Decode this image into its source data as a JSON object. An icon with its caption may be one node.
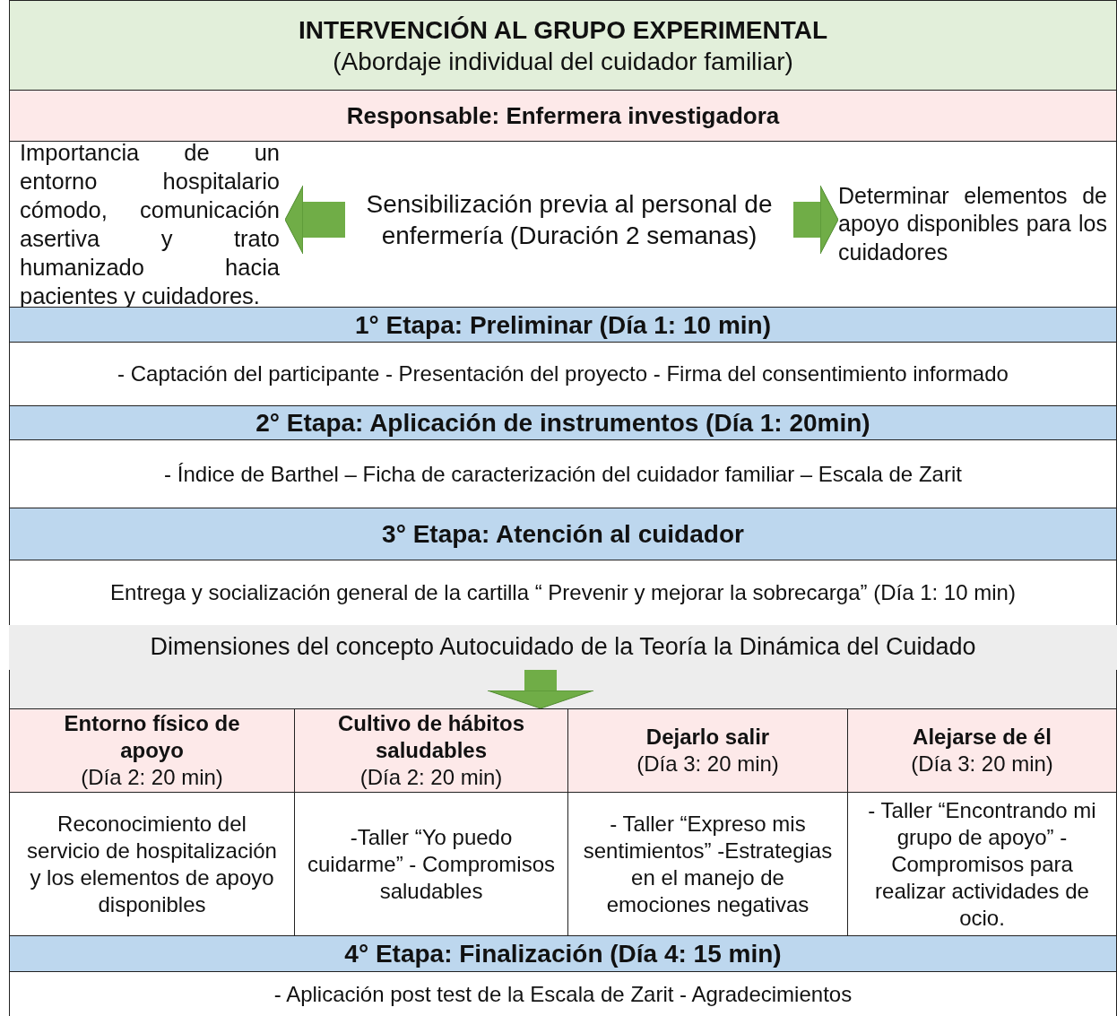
{
  "diagram": {
    "nodes": [
      {
        "text": [
          "INTERVENCIÓN AL GRUPO EXPERIMENTAL",
          "(Abordaje individual del cuidador familiar)"
        ]
      },
      {
        "text": [
          "Responsable: Enfermera investigadora"
        ]
      },
      {
        "text": [
          "Importancia de un entorno hospitalario cómodo, comunicación asertiva y trato humanizado hacia pacientes y cuidadores."
        ]
      },
      {
        "text": [
          "Sensibilización previa al personal de enfermería (Duración 2 semanas)"
        ]
      },
      {
        "text": [
          "Determinar elementos de apoyo disponibles para los cuidadores"
        ]
      },
      {
        "text": [
          "1° Etapa: Preliminar (Día 1: 10 min)"
        ]
      },
      {
        "text": [
          "- Captación del participante - Presentación del proyecto - Firma del consentimiento informado"
        ]
      },
      {
        "text": [
          "2° Etapa: Aplicación de instrumentos (Día 1: 20min)"
        ]
      },
      {
        "text": [
          "- Índice de Barthel – Ficha de caracterización del cuidador familiar – Escala de Zarit"
        ]
      },
      {
        "text": [
          "3° Etapa: Atención al cuidador"
        ]
      },
      {
        "text": [
          "Entrega y socialización general de la cartilla “ Prevenir y mejorar la sobrecarga” (Día 1: 10 min)"
        ]
      },
      {
        "text": [
          "Dimensiones del concepto Autocuidado de la Teoría la Dinámica del Cuidado"
        ]
      },
      {
        "text": [
          "Entorno físico de apoyo",
          "(Día 2: 20 min)"
        ]
      },
      {
        "text": [
          "Cultivo de hábitos saludables",
          "(Día 2: 20 min)"
        ]
      },
      {
        "text": [
          "Dejarlo salir",
          "(Día 3: 20 min)"
        ]
      },
      {
        "text": [
          "Alejarse de él",
          "(Día 3: 20 min)"
        ]
      },
      {
        "text": [
          "Reconocimiento del servicio de hospitalización y los elementos de apoyo disponibles"
        ]
      },
      {
        "text": [
          "-Taller “Yo puedo cuidarme” - Compromisos saludables"
        ]
      },
      {
        "text": [
          "- Taller “Expreso mis sentimientos” -Estrategias en el manejo de emociones negativas"
        ]
      },
      {
        "text": [
          "- Taller “Encontrando mi grupo de apoyo” - Compromisos para realizar actividades de ocio."
        ]
      },
      {
        "text": [
          "4° Etapa: Finalización (Día 4: 15 min)"
        ]
      },
      {
        "text": [
          "- Aplicación post test de la Escala de Zarit - Agradecimientos"
        ]
      }
    ],
    "edges": [
      {
        "from": 3,
        "to": 2,
        "arrow": "to"
      },
      {
        "from": 3,
        "to": 4,
        "arrow": "to"
      },
      {
        "from": 11,
        "to": 13,
        "arrow": "to"
      }
    ]
  }
}
